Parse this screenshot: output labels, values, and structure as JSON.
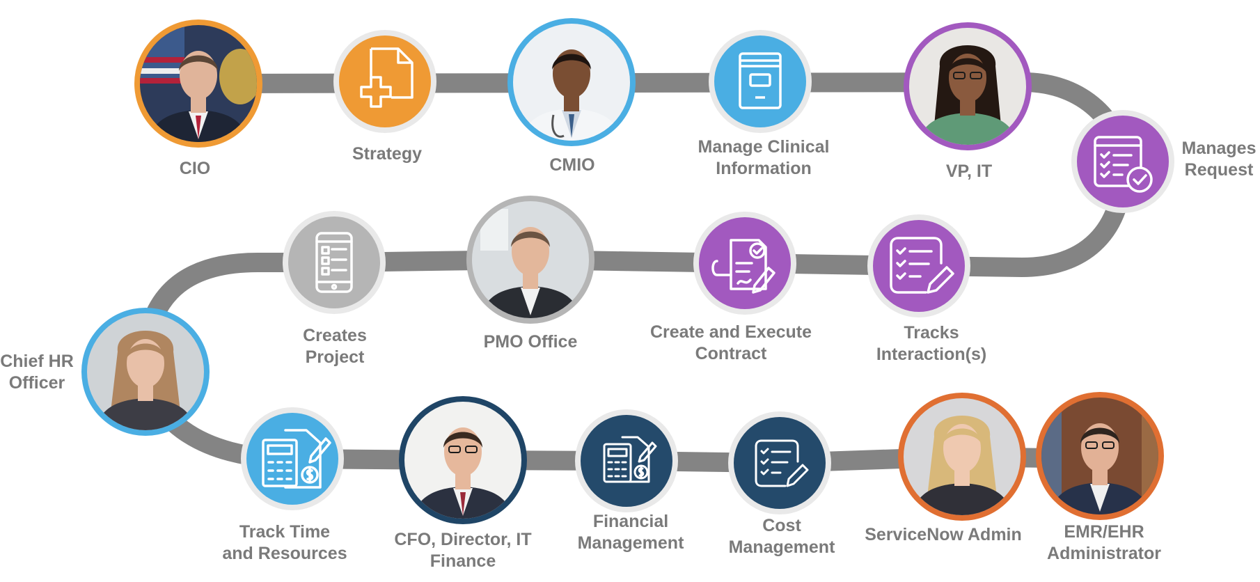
{
  "colors": {
    "path": "#848484",
    "orange": "#ef9a34",
    "blue": "#4aaee3",
    "purple": "#a259bf",
    "grey": "#b5b5b5",
    "navy": "#244a6b",
    "navy_ring": "#1f4566",
    "rust": "#e06f32",
    "label": "#7a7a7a"
  },
  "nodes": [
    {
      "id": "cio",
      "kind": "person",
      "ring": "orange",
      "label": [
        "CIO"
      ],
      "avatar": {
        "bg": "#2d3b5a",
        "skin": "#e0b49a",
        "hair": "#5a4536",
        "suit": "#1e2535",
        "accent": "#b3223a"
      }
    },
    {
      "id": "strategy",
      "kind": "icon",
      "icon": "document-plus-icon",
      "fill": "orange",
      "label": [
        "Strategy"
      ]
    },
    {
      "id": "cmio",
      "kind": "person",
      "ring": "blue",
      "label": [
        "CMIO"
      ],
      "avatar": {
        "bg": "#eef1f4",
        "skin": "#7a4e33",
        "hair": "#1e1410",
        "suit": "#f4f6f8",
        "accent": "#3b5f8a"
      }
    },
    {
      "id": "clinical",
      "kind": "icon",
      "icon": "book-icon",
      "fill": "blue",
      "label": [
        "Manage Clinical",
        "Information"
      ]
    },
    {
      "id": "vpit",
      "kind": "person",
      "ring": "purple",
      "label": [
        "VP, IT"
      ],
      "avatar": {
        "bg": "#e9e7e4",
        "skin": "#8a5a3e",
        "hair": "#241812",
        "suit": "#5f9a77",
        "accent": "#4b7f61"
      }
    },
    {
      "id": "manages",
      "kind": "icon",
      "icon": "checklist-check-icon",
      "fill": "purple",
      "label": [
        "Manages",
        "Request"
      ]
    },
    {
      "id": "tracks",
      "kind": "icon",
      "icon": "checklist-pencil-icon",
      "fill": "purple",
      "label": [
        "Tracks",
        "Interaction(s)"
      ]
    },
    {
      "id": "contract",
      "kind": "icon",
      "icon": "contract-sign-icon",
      "fill": "purple",
      "label": [
        "Create and Execute",
        "Contract"
      ]
    },
    {
      "id": "pmo",
      "kind": "person",
      "ring": "grey",
      "label": [
        "PMO Office"
      ],
      "avatar": {
        "bg": "#d9dde0",
        "skin": "#e3b79b",
        "hair": "#6b5443",
        "suit": "#2a2d33",
        "accent": "#f2f2f2"
      }
    },
    {
      "id": "creates",
      "kind": "icon",
      "icon": "mobile-app-icon",
      "fill": "grey",
      "label": [
        "Creates",
        "Project"
      ]
    },
    {
      "id": "chro",
      "kind": "person",
      "ring": "blue",
      "label": [
        "Chief HR",
        "Officer"
      ],
      "avatar": {
        "bg": "#cfd3d6",
        "skin": "#e8c0a8",
        "hair": "#b08660",
        "suit": "#3d3d45",
        "accent": "#8a6a52"
      }
    },
    {
      "id": "tracktime",
      "kind": "icon",
      "icon": "calculator-money-icon",
      "fill": "blue",
      "label": [
        "Track Time",
        "and Resources"
      ]
    },
    {
      "id": "cfo",
      "kind": "person",
      "ring": "navy_ring",
      "label": [
        "CFO, Director, IT",
        "Finance"
      ],
      "avatar": {
        "bg": "#f2f2f0",
        "skin": "#e6b89c",
        "hair": "#3a2a20",
        "suit": "#2b3140",
        "accent": "#9a2a3a"
      }
    },
    {
      "id": "financial",
      "kind": "icon",
      "icon": "calculator-money-icon",
      "fill": "navy",
      "label": [
        "Financial",
        "Management"
      ]
    },
    {
      "id": "cost",
      "kind": "icon",
      "icon": "checklist-pencil-icon",
      "fill": "navy",
      "label": [
        "Cost",
        "Management"
      ]
    },
    {
      "id": "snadmin",
      "kind": "person",
      "ring": "rust",
      "label": [
        "ServiceNow Admin"
      ],
      "avatar": {
        "bg": "#d7d7d9",
        "skin": "#efc9b0",
        "hair": "#d8b87a",
        "suit": "#303038",
        "accent": "#e8d9c8"
      }
    },
    {
      "id": "emr",
      "kind": "person",
      "ring": "rust",
      "label": [
        "EMR/EHR",
        "Administrator"
      ],
      "avatar": {
        "bg": "#7a4a32",
        "skin": "#e2b196",
        "hair": "#2e241e",
        "suit": "#27324a",
        "accent": "#f0f0f0"
      }
    }
  ]
}
